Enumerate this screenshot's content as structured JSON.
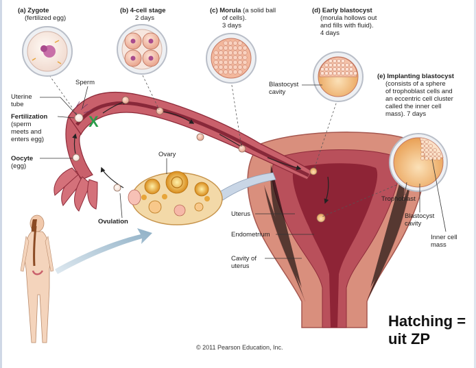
{
  "stages": [
    {
      "id": "a",
      "title": "(a) Zygote",
      "sub": [
        "(fertilized egg)"
      ]
    },
    {
      "id": "b",
      "title": "(b) 4-cell stage",
      "sub": [
        "2 days"
      ]
    },
    {
      "id": "c",
      "title": "(c) Morula",
      "title_rest": " (a solid ball",
      "sub": [
        "of cells).",
        "3 days"
      ]
    },
    {
      "id": "d",
      "title": "(d) Early blastocyst",
      "sub": [
        "(morula hollows out",
        "and fills with fluid).",
        "4 days"
      ]
    },
    {
      "id": "e",
      "title": "(e) Implanting blastocyst",
      "sub": [
        "(consists of a sphere",
        "of trophoblast cells and",
        "an eccentric cell cluster",
        "called the inner cell",
        "mass). 7 days"
      ]
    }
  ],
  "labels": {
    "sperm": "Sperm",
    "uterine_tube": [
      "Uterine",
      "tube"
    ],
    "fertilization_title": "Fertilization",
    "fertilization_sub": [
      "(sperm",
      "meets and",
      "enters egg)"
    ],
    "oocyte_title": "Oocyte",
    "oocyte_sub": "(egg)",
    "ovary": "Ovary",
    "ovulation": "Ovulation",
    "blastocyst_cavity_d": [
      "Blastocyst",
      "cavity"
    ],
    "uterus": "Uterus",
    "endometrium": "Endometrium",
    "cavity_of_uterus": [
      "Cavity of",
      "uterus"
    ],
    "trophoblast": "Trophoblast",
    "blastocyst_cavity_e": [
      "Blastocyst",
      "cavity"
    ],
    "inner_cell_mass": [
      "Inner cell",
      "mass"
    ]
  },
  "annotation": {
    "mark": "X",
    "hatching": [
      "Hatching =",
      "uit ZP"
    ]
  },
  "copyright": "© 2011 Pearson Education, Inc.",
  "colors": {
    "tissue": "#c9606b",
    "tissue_dark": "#9b3243",
    "uterus_wall": "#d98a7a",
    "cavity": "#8e2436",
    "ovary": "#f3d9a8",
    "yolk": "#e7a53a",
    "cell": "#f5c9b5",
    "blastocyst": "#f4b47d",
    "x_mark": "#2a9d4a",
    "arrow": "#a9c1d2"
  }
}
